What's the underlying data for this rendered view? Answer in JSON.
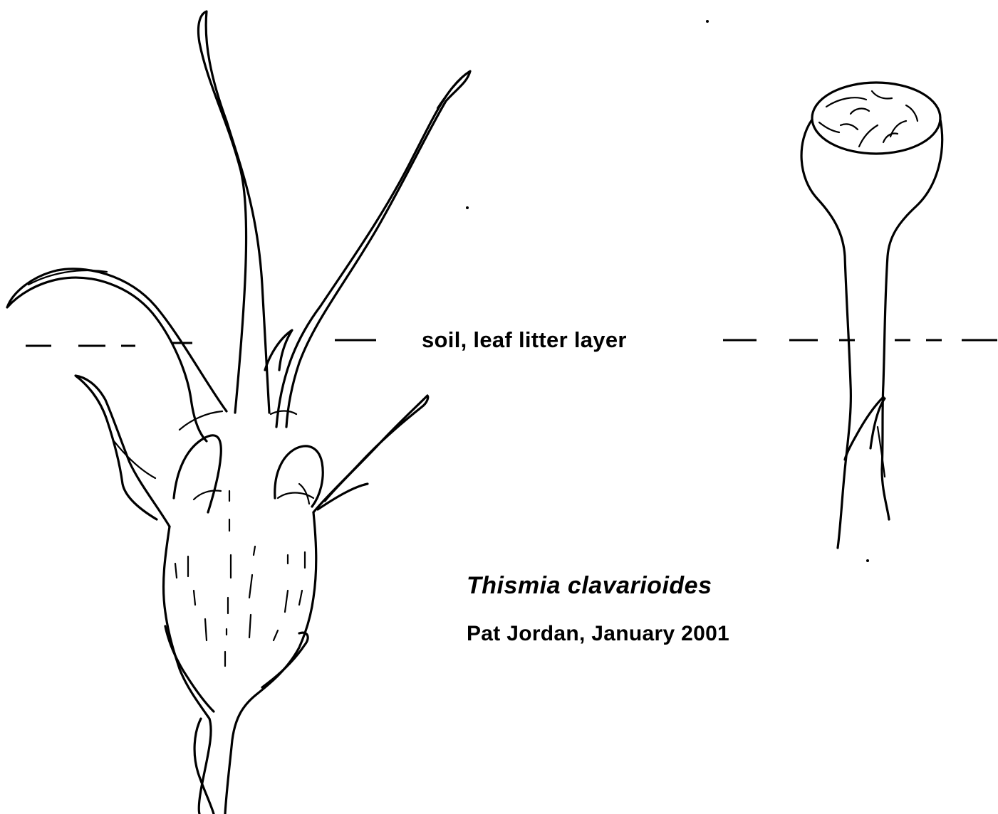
{
  "diagram": {
    "soil_label": "soil, leaf litter layer",
    "species_name": "Thismia clavarioides",
    "credit": "Pat Jordan, January 2001"
  },
  "colors": {
    "ink": "#000000",
    "background": "#ffffff"
  }
}
